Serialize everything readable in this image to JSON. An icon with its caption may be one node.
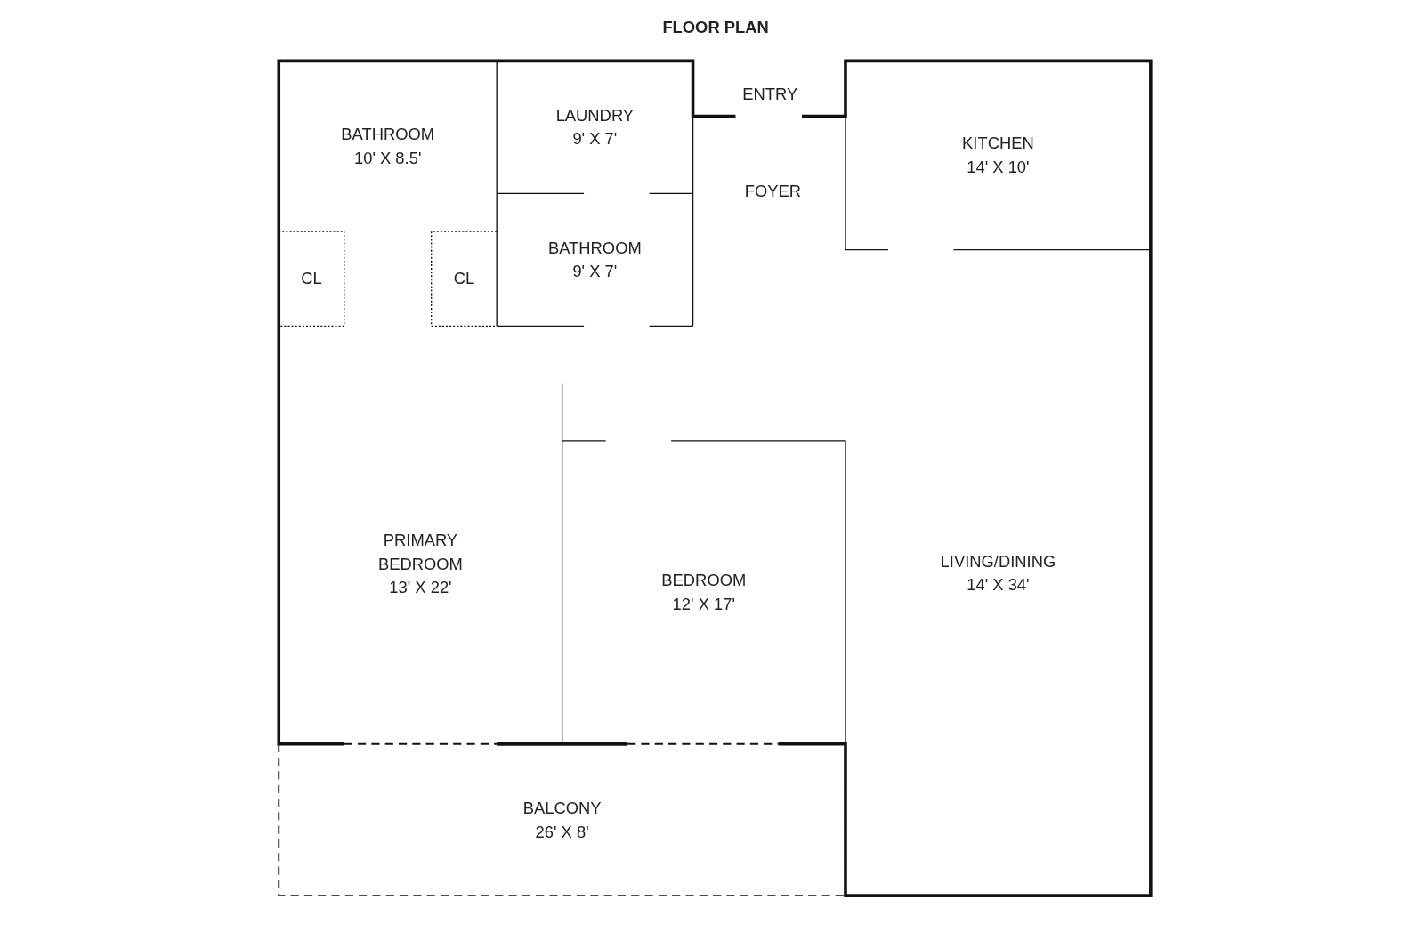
{
  "diagram": {
    "title": "FLOOR PLAN",
    "nodes": [
      {
        "text": [
          "BATHROOM",
          "10' X 8.5'"
        ]
      },
      {
        "text": [
          "LAUNDRY",
          "9' X 7'"
        ]
      },
      {
        "text": [
          "KITCHEN",
          "14' X 10'"
        ]
      },
      {
        "text": [
          "CL"
        ]
      },
      {
        "text": [
          "CL"
        ]
      },
      {
        "text": [
          "BATHROOM",
          "9' X 7'"
        ]
      },
      {
        "text": [
          "PRIMARY BEDROOM",
          "13' X 22'"
        ]
      },
      {
        "text": [
          "BEDROOM",
          "12' X 17'"
        ]
      },
      {
        "text": [
          "LIVING/DINING",
          "14' X 34'"
        ]
      },
      {
        "text": [
          "BALCONY",
          "26' X 8'"
        ]
      }
    ],
    "labels": [
      "ENTRY",
      "FOYER"
    ]
  }
}
